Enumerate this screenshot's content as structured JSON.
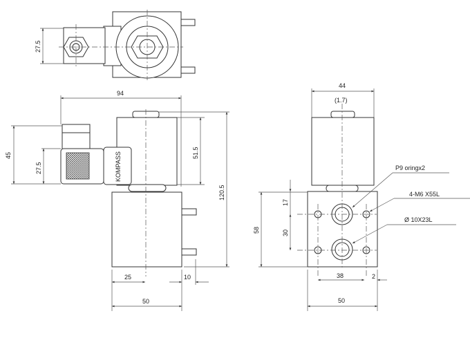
{
  "top_view": {
    "dim_height": "27.5"
  },
  "front_view": {
    "dim_width_total": "94",
    "dim_connector_height": "45",
    "dim_plug_height": "27.5",
    "dim_coil_height": "51.5",
    "dim_total_height": "120.5",
    "dim_half_width": "25",
    "dim_stud": "10",
    "dim_width": "50",
    "brand": "KOMPASS"
  },
  "side_view": {
    "dim_coil_width": "44",
    "dim_ref": "(1.7)",
    "dim_block_height": "58",
    "dim_top_offset": "17",
    "dim_port_pitch": "30",
    "dim_hole_pitch": "38",
    "dim_edge": "2",
    "dim_width": "50",
    "callout_oring": "P9 oringx2",
    "callout_bolts": "4-M6 X55L",
    "callout_bore": "Ø 10X23L"
  }
}
